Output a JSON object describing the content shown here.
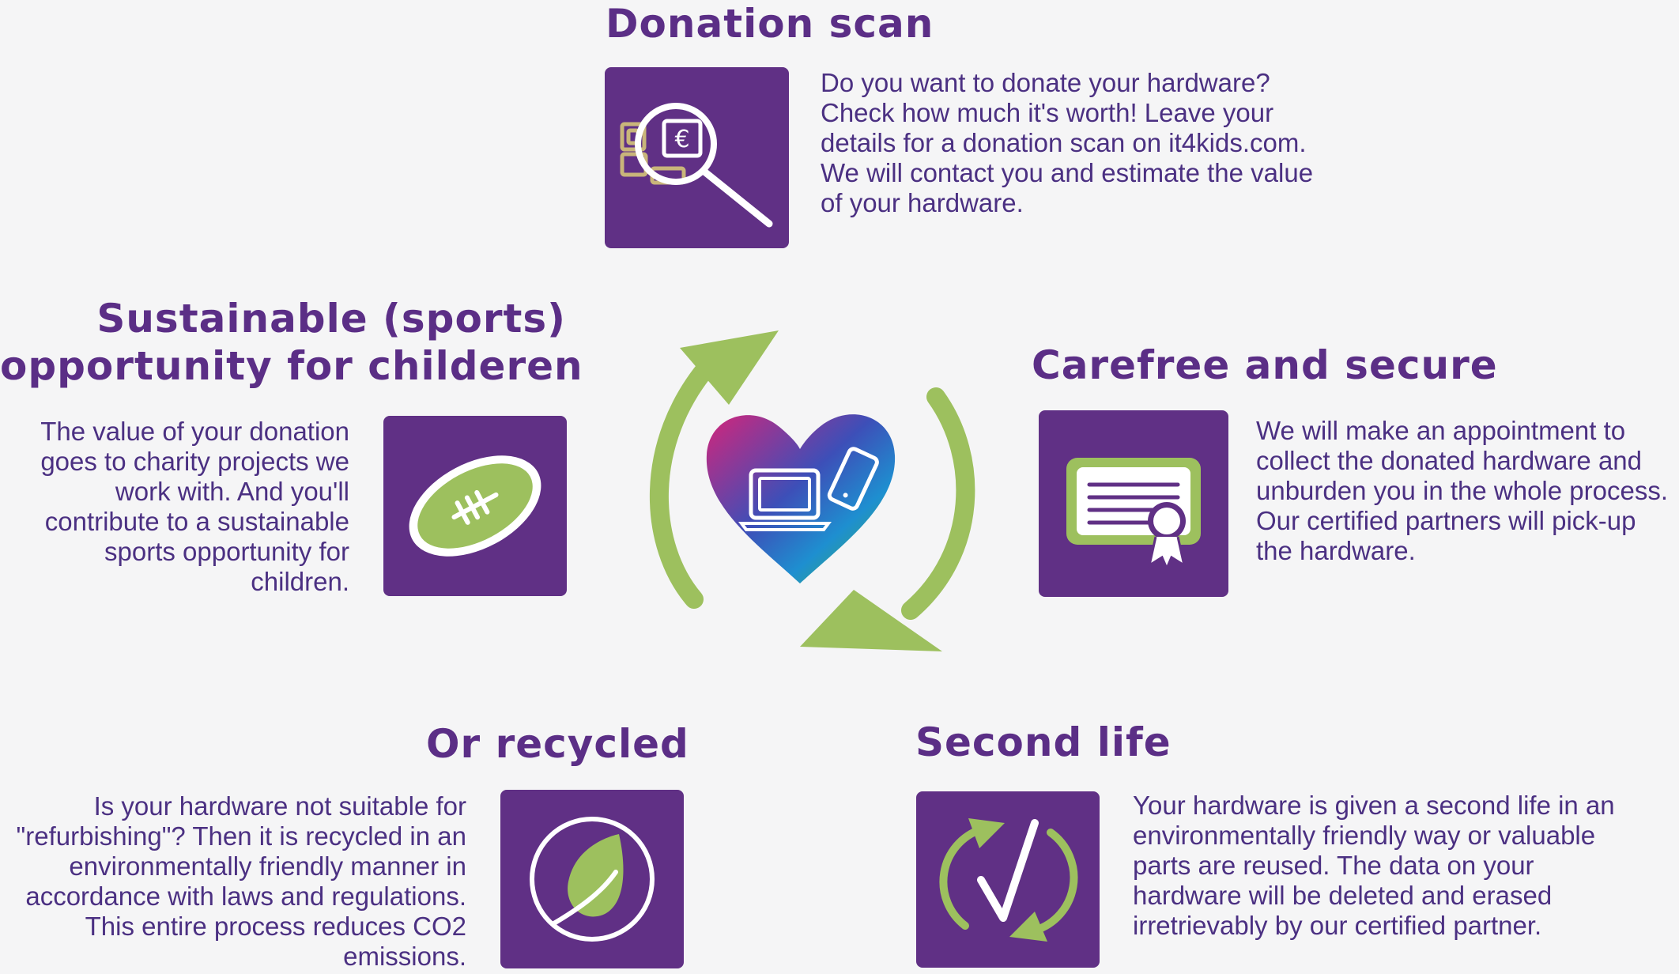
{
  "colors": {
    "background": "#f5f5f6",
    "heading": "#5b2e86",
    "text": "#4b3082",
    "tile": "#603085",
    "accent_green": "#9dc05e",
    "icon_line": "#ffffff"
  },
  "steps": {
    "donation_scan": {
      "title": "Donation scan",
      "description": "Do you want to donate your hardware? Check how much it's worth! Leave your details for a donation scan on it4kids.com. We will contact you and estimate the value of your hardware.",
      "icon": "magnifier-euro-icon"
    },
    "carefree": {
      "title": "Carefree and secure",
      "description": "We will make an appointment to collect the donated hardware and unburden you in the whole process. Our certified partners will pick-up the hardware.",
      "icon": "certificate-icon"
    },
    "second_life": {
      "title": "Second life",
      "description": "Your hardware is given a second life in an environmentally friendly way or valuable parts are reused. The data on your hardware will be deleted and erased irretrievably by our certified partner.",
      "icon": "refresh-checkmark-icon"
    },
    "recycled": {
      "title": "Or recycled",
      "description": "Is your hardware not suitable for \"refurbishing\"? Then it is recycled in an environmentally friendly manner in accordance with laws and regulations. This entire process reduces CO2 emissions.",
      "icon": "leaf-circle-icon"
    },
    "sustainable": {
      "title_line1": "Sustainable (sports)",
      "title_line2": "opportunity for childeren",
      "description": "The value of your donation goes to charity projects we work with. And you'll contribute to a sustainable sports opportunity for children.",
      "icon": "football-icon"
    }
  },
  "center": {
    "icon": "heart-devices-icon",
    "cycle_icon": "cycle-arrows-icon"
  }
}
